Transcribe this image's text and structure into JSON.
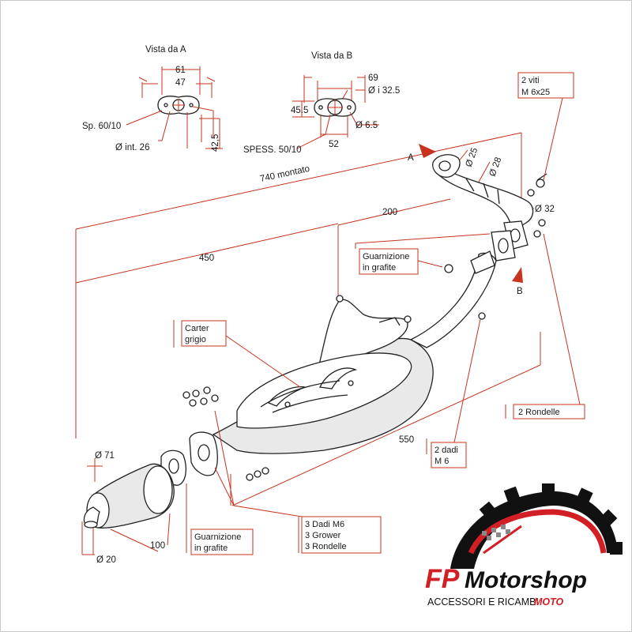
{
  "views": {
    "a": {
      "title": "Vista da  A",
      "d61": "61",
      "d47": "47",
      "sp": "Sp. 60/10",
      "int": "Ø int. 26",
      "h": "42,5"
    },
    "b": {
      "title": "Vista da  B",
      "d69": "69",
      "di": "Ø i 32.5",
      "d45": "45.5",
      "spess": "SPESS. 50/10",
      "d52": "52",
      "d65": "Ø 6.5"
    }
  },
  "dims": {
    "total": "740 montato",
    "d200": "200",
    "d450": "450",
    "d550": "550",
    "d100": "100",
    "o71": "Ø 71",
    "o20": "Ø 20",
    "o25": "Ø 25",
    "o28": "Ø 28",
    "o32": "Ø 32"
  },
  "markers": {
    "a": "A",
    "b": "B"
  },
  "labels": {
    "viti": [
      "2 viti",
      "M 6x25"
    ],
    "guarn_top": [
      "Guarnizione",
      "in grafite"
    ],
    "carter": [
      "Carter",
      "grigio"
    ],
    "rondelle": "2 Rondelle",
    "dadi": [
      "2 dadi",
      "M 6"
    ],
    "guarn_bottom": [
      "Guarnizione",
      "in grafite"
    ],
    "kit": [
      "3 Dadi M6",
      "3 Grower",
      "3 Rondelle"
    ]
  },
  "logo": {
    "brand_fp": "FP",
    "brand_rest": "Motorshop",
    "tagline": "ACCESSORI E RICAMBI",
    "tagline_moto": "MOTO",
    "color_red": "#d21f26",
    "color_black": "#111111"
  }
}
